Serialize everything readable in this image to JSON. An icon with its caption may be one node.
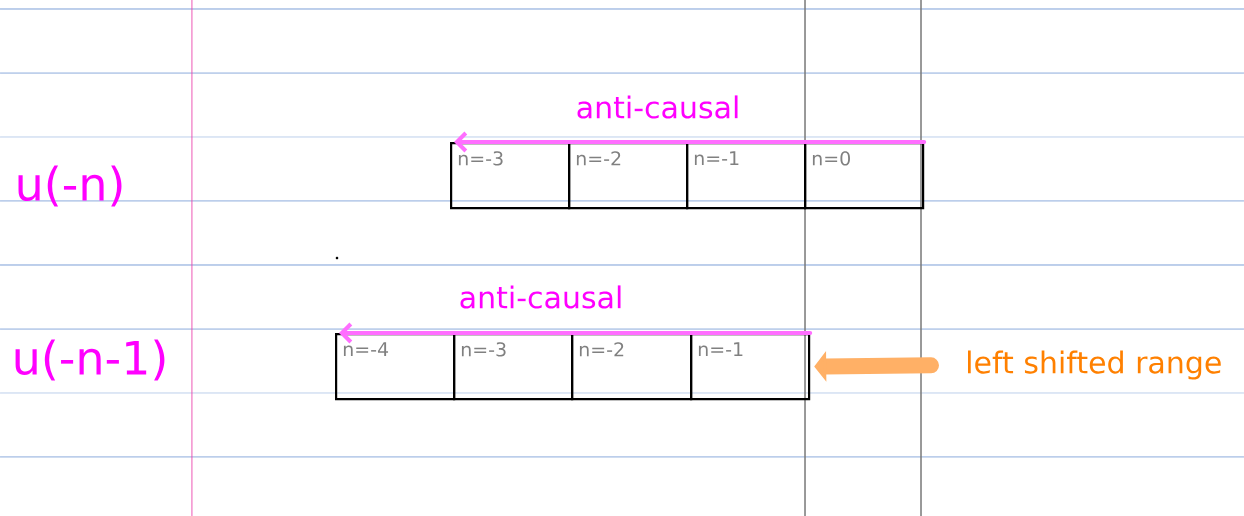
{
  "diagram": {
    "nodes": [
      {
        "text": [
          "n=-3"
        ]
      },
      {
        "text": [
          "n=-2"
        ]
      },
      {
        "text": [
          "n=-1"
        ]
      },
      {
        "text": [
          "n=0"
        ]
      },
      {
        "text": [
          "n=-4"
        ]
      },
      {
        "text": [
          "n=-3"
        ]
      },
      {
        "text": [
          "n=-2"
        ]
      },
      {
        "text": [
          "n=-1"
        ]
      },
      {
        "text": [
          "left shifted range"
        ]
      }
    ],
    "edges": [
      {
        "from": 3,
        "to": 0,
        "arrow": "to",
        "label": "anti-causal",
        "color": "#ff6eff"
      },
      {
        "from": 7,
        "to": 4,
        "arrow": "to",
        "label": "anti-causal",
        "color": "#ff6eff"
      },
      {
        "from": 8,
        "to": 7,
        "arrow": "to",
        "style": "thick",
        "color": "#ffb066"
      }
    ],
    "labels": [
      "u(-n)",
      "u(-n-1)"
    ]
  }
}
